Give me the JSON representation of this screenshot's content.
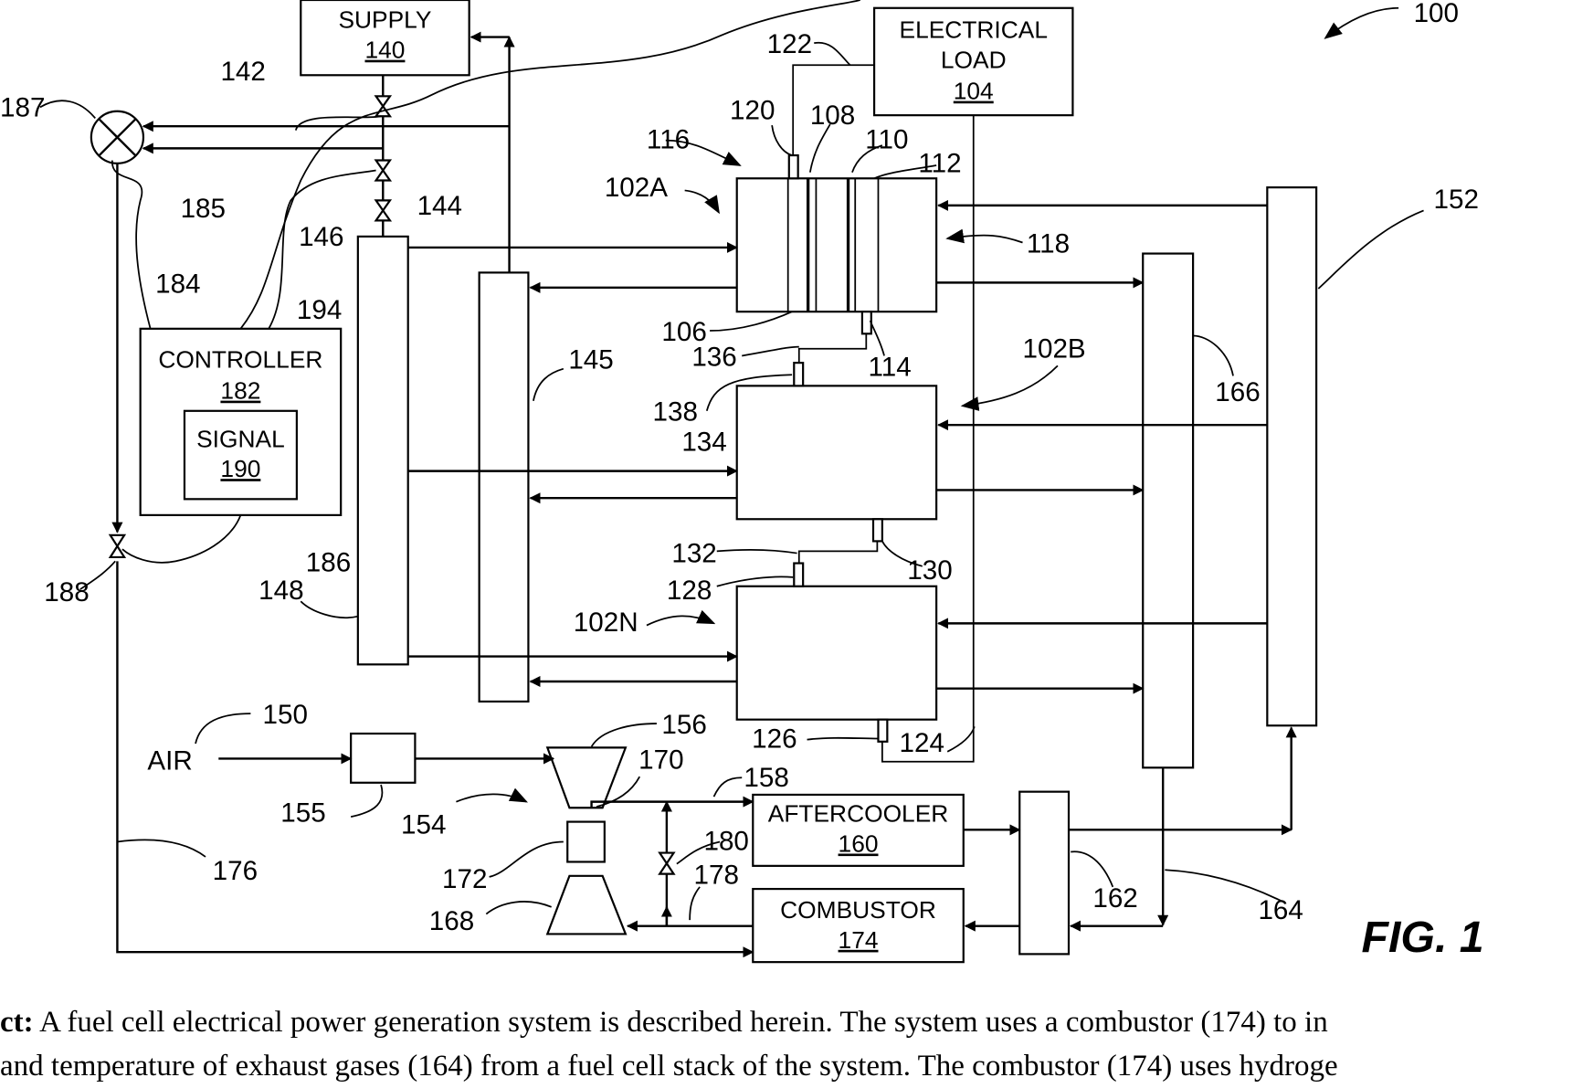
{
  "figure_title": "FIG. 1",
  "boxes": {
    "supply": {
      "name": "SUPPLY",
      "ref": "140"
    },
    "electrical_load": {
      "line1": "ELECTRICAL",
      "line2": "LOAD",
      "ref": "104"
    },
    "controller": {
      "name": "CONTROLLER",
      "ref": "182"
    },
    "signal": {
      "name": "SIGNAL",
      "ref": "190"
    },
    "aftercooler": {
      "name": "AFTERCOOLER",
      "ref": "160"
    },
    "combustor": {
      "name": "COMBUSTOR",
      "ref": "174"
    },
    "air": "AIR"
  },
  "reference_numerals": [
    "100",
    "102A",
    "102B",
    "102N",
    "104",
    "106",
    "108",
    "110",
    "112",
    "114",
    "116",
    "118",
    "120",
    "122",
    "124",
    "126",
    "128",
    "130",
    "132",
    "134",
    "136",
    "138",
    "142",
    "144",
    "145",
    "146",
    "148",
    "150",
    "152",
    "154",
    "155",
    "156",
    "158",
    "162",
    "164",
    "166",
    "168",
    "170",
    "172",
    "176",
    "178",
    "180",
    "184",
    "185",
    "186",
    "187",
    "188",
    "194"
  ],
  "abstract": {
    "line1_label": "ct:",
    "line1_text": " A fuel cell electrical power generation system is described herein. The system uses a combustor (174) to in",
    "line2_text": " and temperature of exhaust gases (164) from a fuel cell stack of the system. The combustor (174) uses hydroge"
  }
}
